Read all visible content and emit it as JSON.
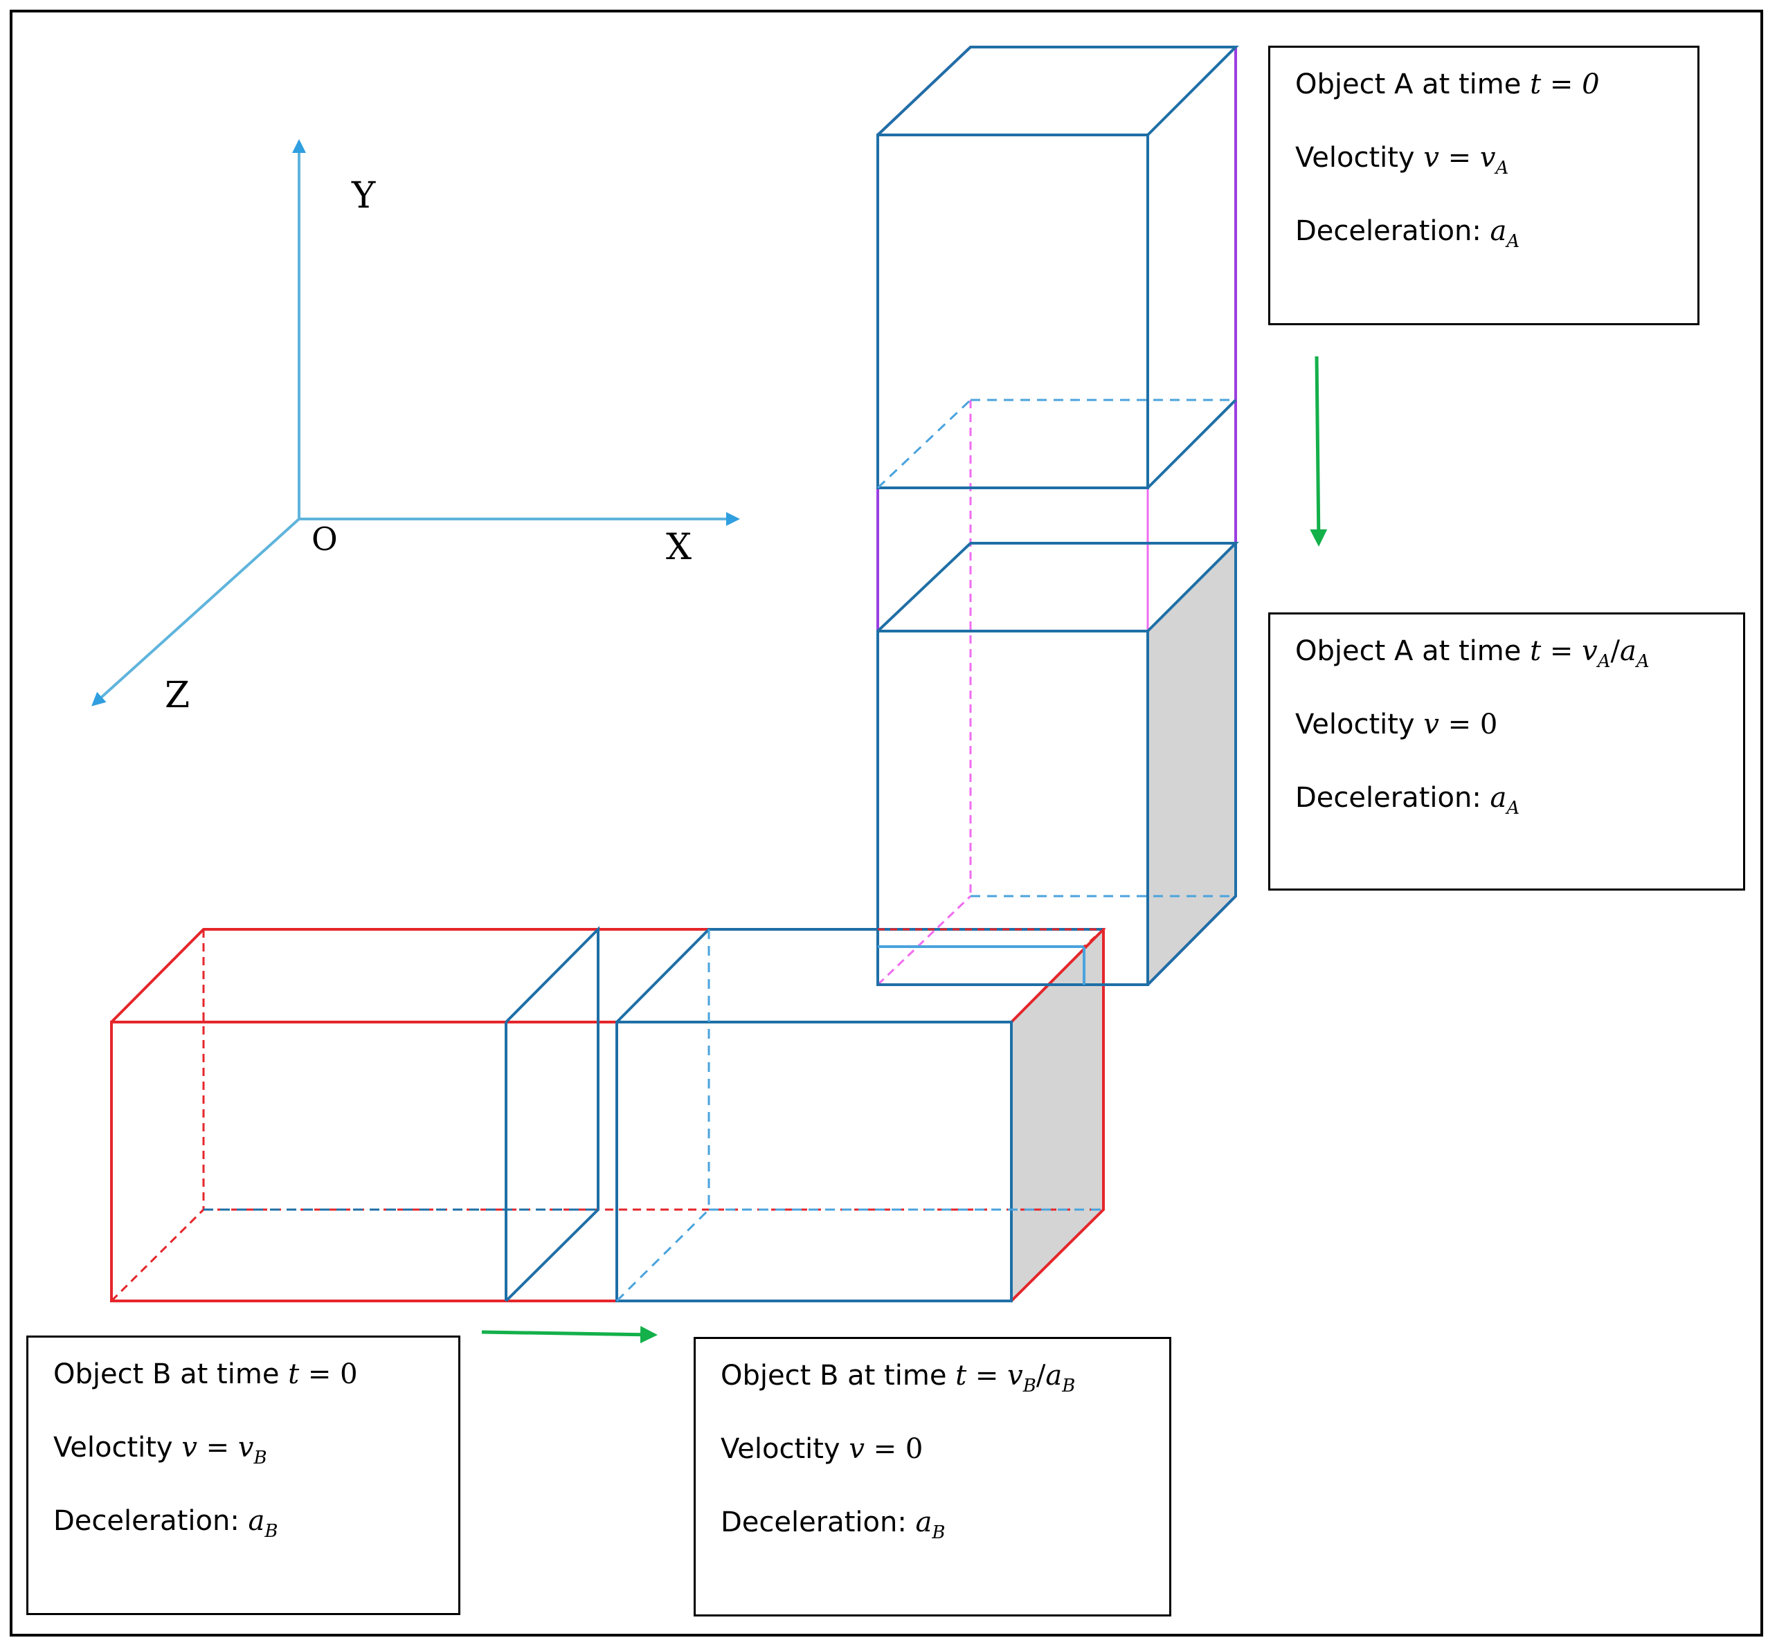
{
  "axes": {
    "y": "Y",
    "x": "X",
    "z": "Z",
    "origin": "O"
  },
  "boxes": {
    "a_start": {
      "l1_text": "Object A at time ",
      "l1_var": "t",
      "l1_rest": "0",
      "l2_text": "Veloctity ",
      "l2_var": "v",
      "l2_rhs": "v",
      "l2_rhs_sub": "A",
      "l3_text": "Deceleration: ",
      "l3_var": "a",
      "l3_sub": "A"
    },
    "a_end": {
      "l1_text": "Object A at time ",
      "l1_var": "t",
      "l1_num": "v",
      "l1_num_sub": "A",
      "l1_den": "a",
      "l1_den_sub": "A",
      "l2_text": "Veloctity ",
      "l2_var": "v",
      "l2_rest": "0",
      "l3_text": "Deceleration: ",
      "l3_var": "a",
      "l3_sub": "A"
    },
    "b_start": {
      "l1_text": "Object B at time ",
      "l1_var": "t",
      "l1_rest": "0",
      "l2_text": "Veloctity ",
      "l2_var": "v",
      "l2_rhs": "v",
      "l2_rhs_sub": "B",
      "l3_text": "Deceleration: ",
      "l3_var": "a",
      "l3_sub": "B"
    },
    "b_end": {
      "l1_text": "Object B at time ",
      "l1_var": "t",
      "l1_num": "v",
      "l1_num_sub": "B",
      "l1_den": "a",
      "l1_den_sub": "B",
      "l2_text": "Veloctity ",
      "l2_var": "v",
      "l2_rest": "0",
      "l3_text": "Deceleration: ",
      "l3_var": "a",
      "l3_sub": "B"
    }
  },
  "colors": {
    "axis": "#5fb4dc",
    "cube_blue": "#1f6fa6",
    "cube_blue_light": "#4aa3dd",
    "path_red": "#e5262b",
    "path_magenta": "#f06cf0",
    "path_purple": "#9b3fe0",
    "arrow_green": "#14b04a",
    "shade": "#d4d4d4"
  }
}
